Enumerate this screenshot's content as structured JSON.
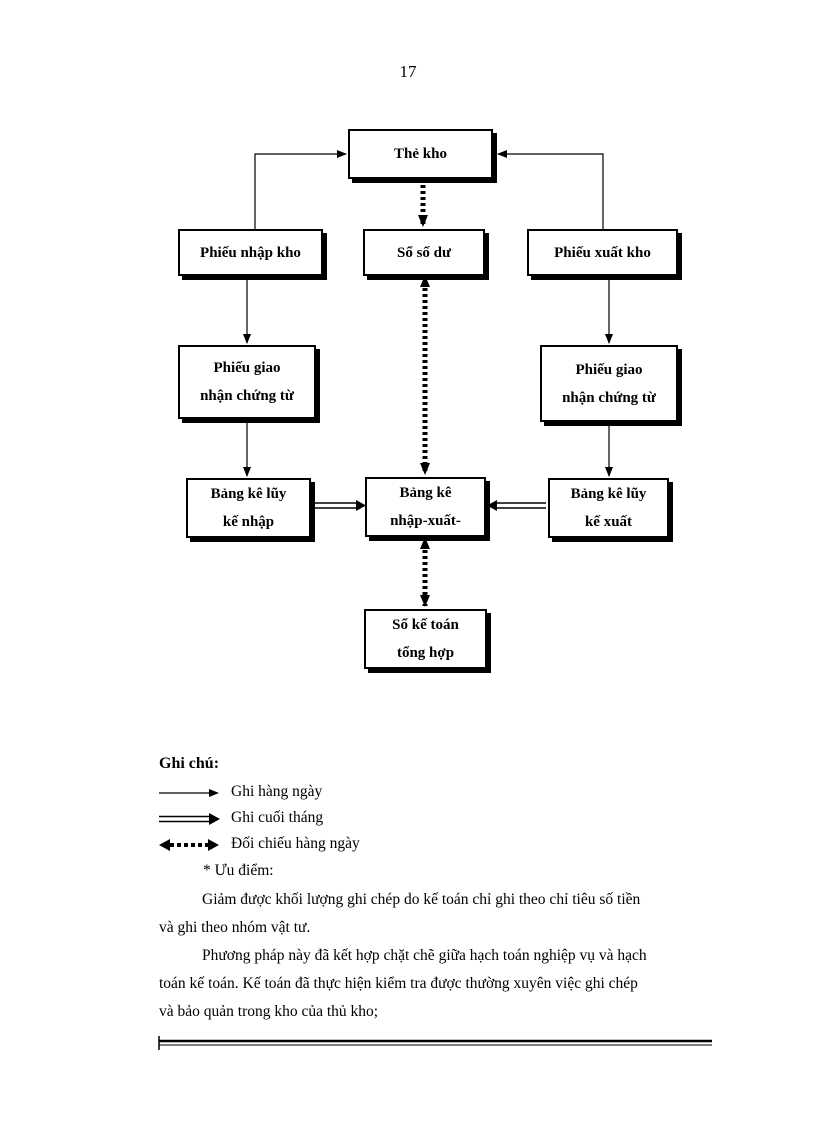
{
  "page_number": "17",
  "boxes": {
    "the_kho": "Thẻ kho",
    "phieu_nhap_kho": "Phiếu nhập kho",
    "so_so_du": "Sổ số dư",
    "phieu_xuat_kho": "Phiếu xuất kho",
    "phieu_giao_left": [
      "Phiếu giao",
      "nhận chứng từ"
    ],
    "phieu_giao_right": [
      "Phiếu giao",
      "nhận chứng từ"
    ],
    "bang_ke_luy_nhap": [
      "Bảng kê lũy",
      "kế nhập"
    ],
    "bang_ke_nxt": [
      "Bảng kê",
      "nhập-xuất-"
    ],
    "bang_ke_luy_xuat": [
      "Bảng kê lũy",
      "kế xuất"
    ],
    "so_ke_toan": [
      "Sổ kế toán",
      "tổng hợp"
    ]
  },
  "legend": {
    "title": "Ghi chú:",
    "daily": "Ghi hàng ngày",
    "month_end": "Ghi cuối tháng",
    "reconcile": "Đối chiếu hàng ngày"
  },
  "advantages_heading": "*  Ưu điểm:",
  "paragraphs": [
    [
      "Giảm được khối lượng ghi chép do kế toán chỉ ghi theo chỉ tiêu số tiền",
      "và ghi theo nhóm vật tư."
    ],
    [
      "Phương pháp này đã kết hợp chặt chẽ giữa hạch toán nghiệp vụ và hạch",
      "toán kế toán. Kế toán đã thực hiện kiểm tra được thường xuyên việc ghi chép",
      "và bảo quản trong kho của thủ kho;"
    ]
  ]
}
